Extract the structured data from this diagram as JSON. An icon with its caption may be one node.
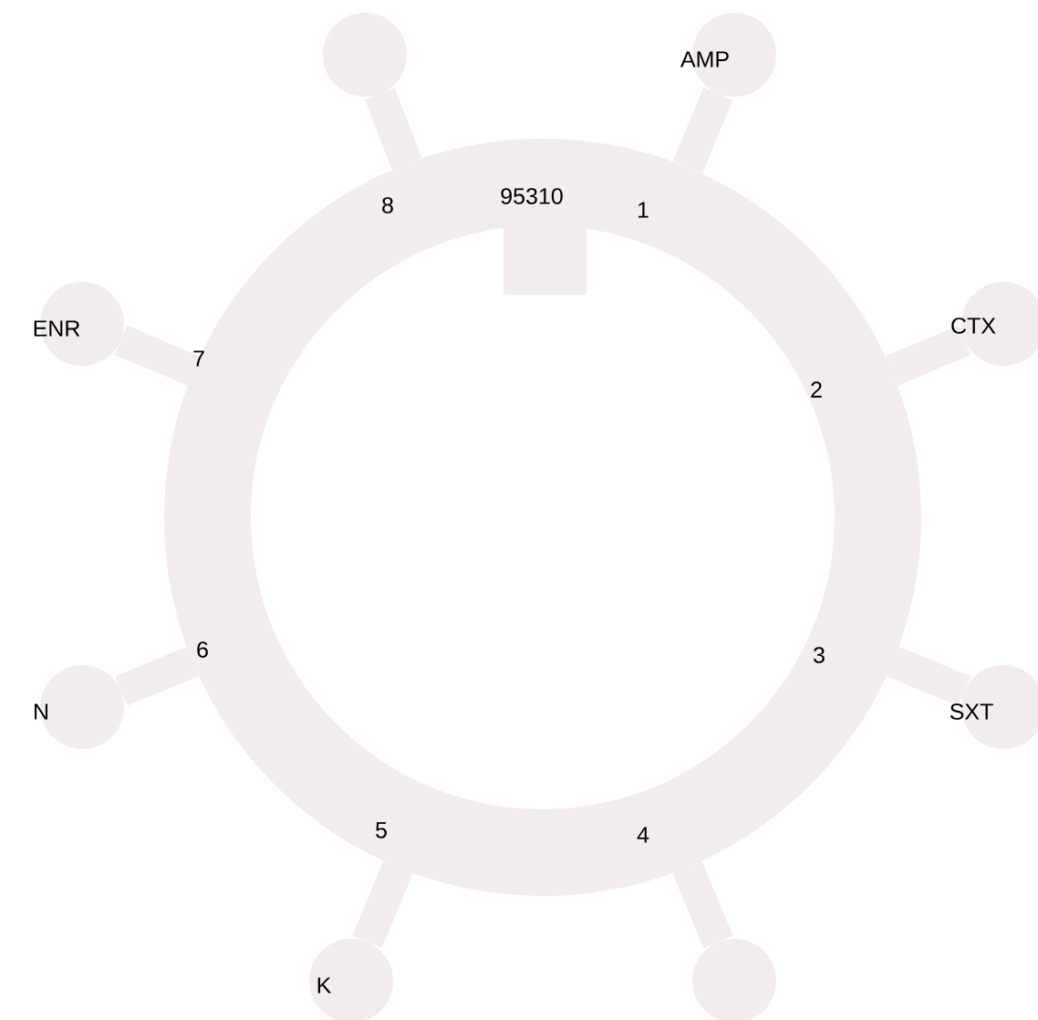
{
  "diagram": {
    "nodes": [
      {
        "text": [
          "95310"
        ]
      },
      {
        "text": [],
        "shape": "circle"
      },
      {
        "text": [
          "AMP"
        ]
      },
      {
        "text": [
          "ENR"
        ]
      },
      {
        "text": [
          "CTX"
        ]
      },
      {
        "text": [
          "N"
        ]
      },
      {
        "text": [
          "SXT"
        ]
      },
      {
        "text": [
          "K"
        ]
      },
      {
        "text": [],
        "shape": "circle"
      }
    ],
    "edges": [
      {
        "from": 0,
        "to": 1,
        "arrow": "none"
      },
      {
        "from": 0,
        "to": 2,
        "arrow": "none"
      },
      {
        "from": 0,
        "to": 3,
        "arrow": "none"
      },
      {
        "from": 0,
        "to": 4,
        "arrow": "none"
      },
      {
        "from": 0,
        "to": 5,
        "arrow": "none"
      },
      {
        "from": 0,
        "to": 6,
        "arrow": "none"
      },
      {
        "from": 0,
        "to": 7,
        "arrow": "none"
      },
      {
        "from": 0,
        "to": 8,
        "arrow": "none"
      }
    ],
    "labels": [
      "8",
      "1",
      "7",
      "2",
      "6",
      "3",
      "5",
      "4"
    ]
  }
}
